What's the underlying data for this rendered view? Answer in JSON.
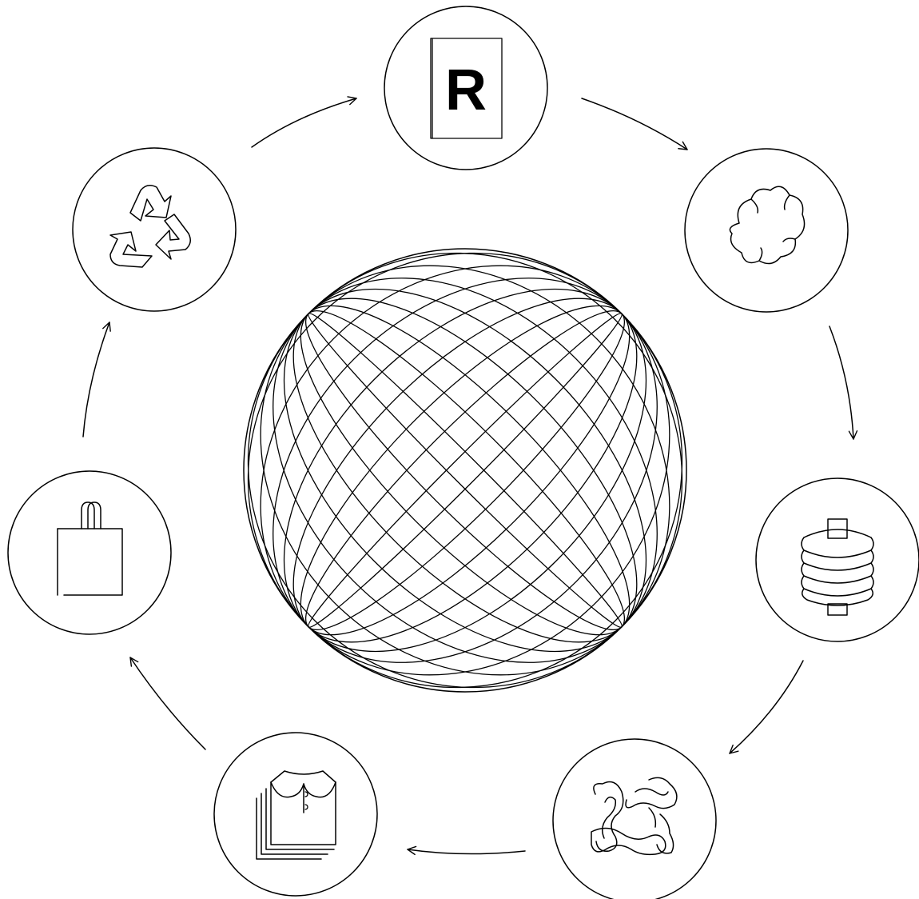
{
  "diagram": {
    "center_icon": "wireframe-globe-icon",
    "stages": [
      {
        "id": "brand",
        "icon": "letter-r-logo-icon",
        "logo_text": "R"
      },
      {
        "id": "cotton",
        "icon": "cotton-boll-icon"
      },
      {
        "id": "spinning",
        "icon": "yarn-spool-icon"
      },
      {
        "id": "fibers",
        "icon": "twisted-fibers-icon"
      },
      {
        "id": "garments",
        "icon": "folded-shirts-icon"
      },
      {
        "id": "bag",
        "icon": "tote-bag-icon"
      },
      {
        "id": "recycle",
        "icon": "recycle-icon"
      }
    ],
    "flow_direction": "clockwise",
    "stroke_color": "#000000",
    "background_color": "#ffffff"
  }
}
